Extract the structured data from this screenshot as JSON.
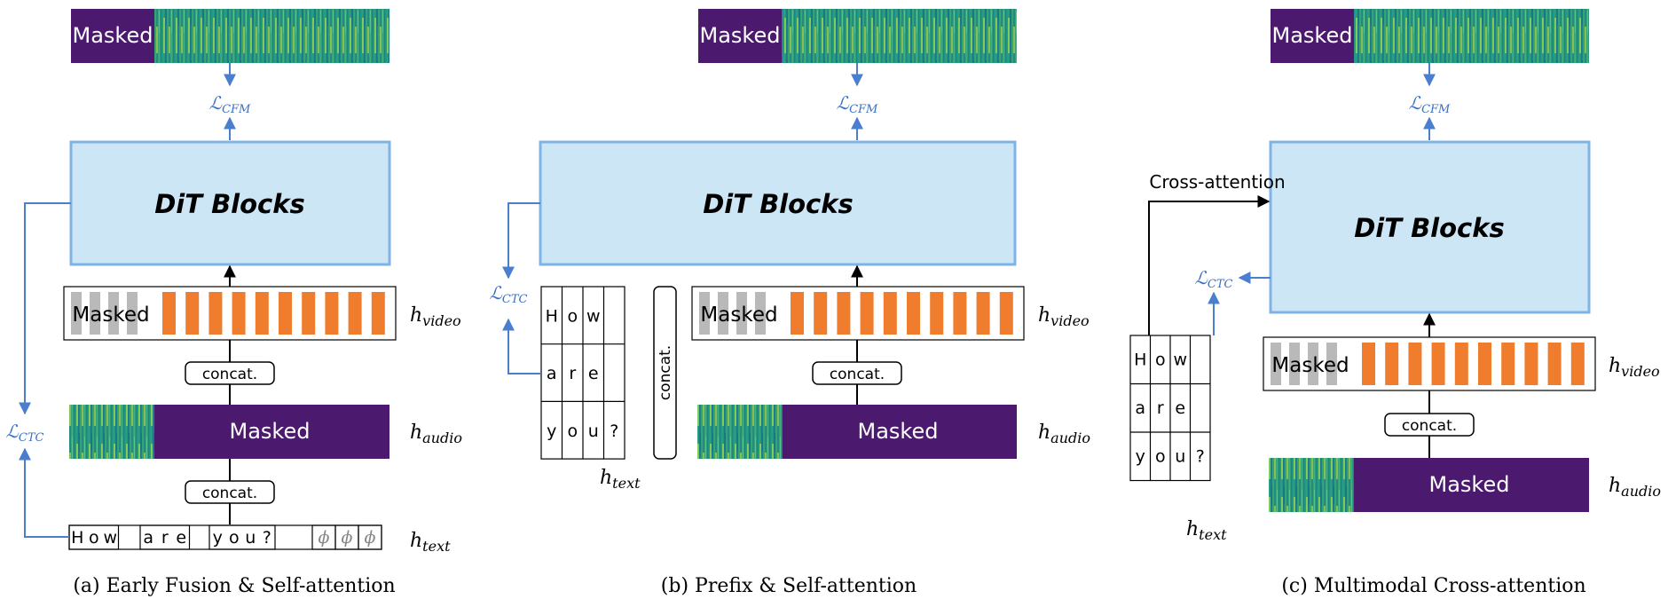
{
  "labels": {
    "masked": "Masked",
    "dit_blocks": "DiT Blocks",
    "concat": "concat.",
    "cross_attention": "Cross-attention"
  },
  "math": {
    "loss_cfm_main": "ℒ",
    "loss_cfm_sub": "CFM",
    "loss_ctc_main": "ℒ",
    "loss_ctc_sub": "CTC",
    "h_main": "h",
    "h_video_sub": "video",
    "h_audio_sub": "audio",
    "h_text_sub": "text"
  },
  "text_tokens_row": [
    "H",
    "o",
    "w",
    "a",
    "r",
    "e",
    "y",
    "o",
    "u",
    "?"
  ],
  "pad_token": "ϕ",
  "text_grid": [
    [
      "H",
      "o",
      "w",
      ""
    ],
    [
      "a",
      "r",
      "e",
      ""
    ],
    [
      "y",
      "o",
      "u",
      "?"
    ]
  ],
  "captions": {
    "a": "(a)  Early Fusion & Self-attention",
    "b": "(b)  Prefix & Self-attention",
    "c": "(c)  Multimodal Cross-attention"
  },
  "colors": {
    "dit_fill": "#cce6f5",
    "dit_border": "#7fb3e6",
    "masked_purple": "#4b1a6e",
    "video_orange": "#ef7d2d",
    "masked_gray": "#b9b9b9",
    "loss_blue": "#3a6fc4"
  }
}
